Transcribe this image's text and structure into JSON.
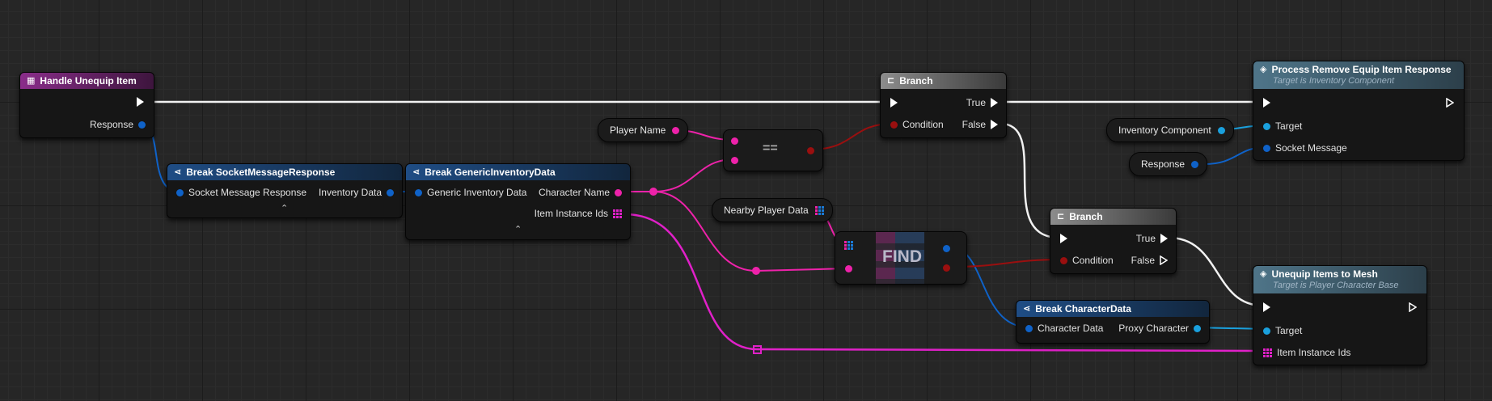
{
  "colors": {
    "exec": "#ffffff",
    "struct": "#0f62c8",
    "string": "#ee22aa",
    "bool": "#9a0f0f",
    "object": "#1aa0dd",
    "array_int": "#e020c8"
  },
  "nodes": {
    "handle_unequip": {
      "title": "Handle Unequip Item",
      "response_label": "Response"
    },
    "break_socket": {
      "title": "Break SocketMessageResponse",
      "in_label": "Socket Message Response",
      "out_label": "Inventory Data"
    },
    "break_inventory": {
      "title": "Break GenericInventoryData",
      "in_label": "Generic Inventory Data",
      "char_name_label": "Character Name",
      "item_ids_label": "Item Instance Ids"
    },
    "player_name": {
      "label": "Player Name"
    },
    "equals": {
      "label": "=="
    },
    "branch1": {
      "title": "Branch",
      "condition_label": "Condition",
      "true_label": "True",
      "false_label": "False"
    },
    "nearby_player_data": {
      "label": "Nearby Player Data"
    },
    "find": {
      "label": "FIND"
    },
    "process_remove": {
      "title": "Process Remove Equip Item Response",
      "subtitle": "Target is Inventory Component",
      "target_label": "Target",
      "socket_label": "Socket Message"
    },
    "inventory_component": {
      "label": "Inventory Component"
    },
    "response_var": {
      "label": "Response"
    },
    "branch2": {
      "title": "Branch",
      "condition_label": "Condition",
      "true_label": "True",
      "false_label": "False"
    },
    "break_character": {
      "title": "Break CharacterData",
      "in_label": "Character Data",
      "out_label": "Proxy Character"
    },
    "unequip_items": {
      "title": "Unequip Items to Mesh",
      "subtitle": "Target is Player Character Base",
      "target_label": "Target",
      "item_ids_label": "Item Instance Ids"
    }
  }
}
